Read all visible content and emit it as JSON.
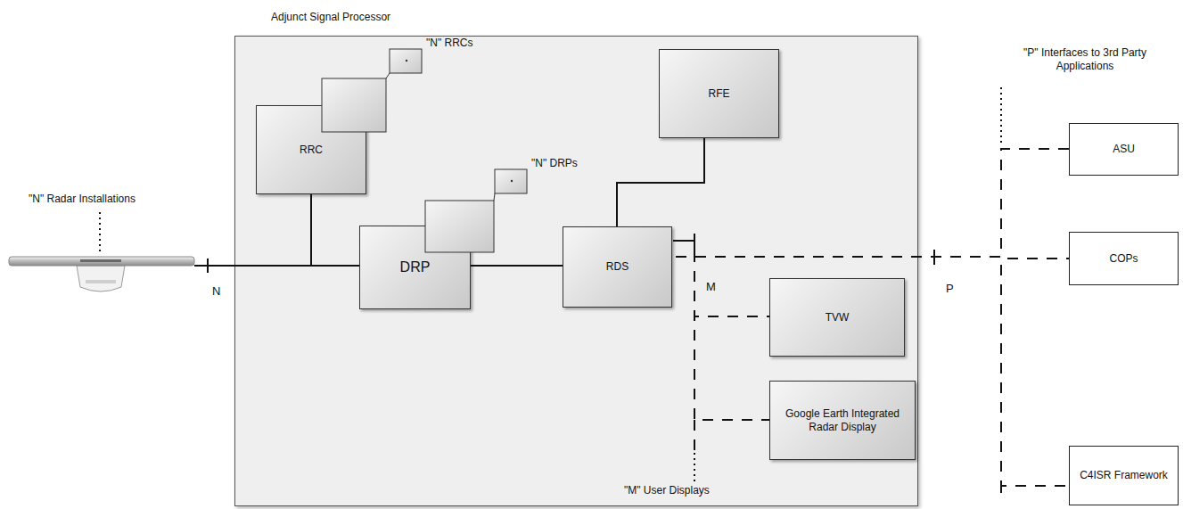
{
  "diagram": {
    "nodes": [
      {
        "text": [
          "Adjunct Signal Processor"
        ]
      },
      {
        "text": [
          "RRC"
        ],
        "in": 0
      },
      {
        "text": [
          "DRP"
        ],
        "in": 0
      },
      {
        "text": [
          "RFE"
        ],
        "in": 0
      },
      {
        "text": [
          "RDS"
        ],
        "in": 0
      },
      {
        "text": [
          "TVW"
        ],
        "in": 0
      },
      {
        "text": [
          "Google Earth Integrated Radar Display"
        ],
        "in": 0
      },
      {
        "text": [
          "ASU"
        ]
      },
      {
        "text": [
          "COPs"
        ]
      },
      {
        "text": [
          "C4ISR Framework"
        ]
      }
    ],
    "edges": [
      {
        "from": 1,
        "to": 2,
        "arrow": "none"
      },
      {
        "from": 2,
        "to": 4,
        "arrow": "none"
      },
      {
        "from": 4,
        "to": 3,
        "arrow": "none"
      },
      {
        "from": 4,
        "to": 5,
        "arrow": "none"
      },
      {
        "from": 4,
        "to": 6,
        "arrow": "none"
      },
      {
        "from": 4,
        "to": 7,
        "arrow": "none"
      },
      {
        "from": 4,
        "to": 8,
        "arrow": "none"
      },
      {
        "from": 4,
        "to": 9,
        "arrow": "none"
      }
    ],
    "labels": [
      "\"N\" RRCs",
      "\"N\" DRPs",
      "\"N\" Radar Installations",
      "N",
      "M",
      "P",
      "\"M\" User Displays",
      "\"P\" Interfaces to 3rd Party Applications"
    ]
  }
}
